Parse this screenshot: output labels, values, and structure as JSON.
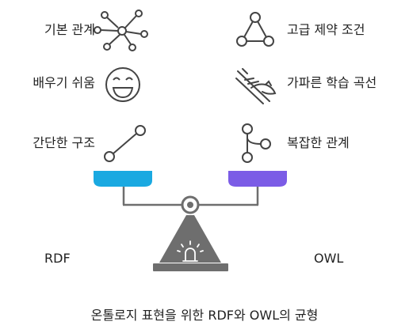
{
  "left_features": [
    {
      "label": "기본 관계",
      "icon": "network-hub-icon"
    },
    {
      "label": "배우기 쉬움",
      "icon": "smiley-icon"
    },
    {
      "label": "간단한 구조",
      "icon": "simple-line-icon"
    }
  ],
  "right_features": [
    {
      "label": "고급 제약 조건",
      "icon": "triangle-graph-icon"
    },
    {
      "label": "가파른 학습 곡선",
      "icon": "steep-slope-icon"
    },
    {
      "label": "복잡한 관계",
      "icon": "branch-icon"
    }
  ],
  "left_side_label": "RDF",
  "right_side_label": "OWL",
  "caption": "온톨로지 표현을 위한 RDF와 OWL의 균형",
  "colors": {
    "left_pan": "#1aa9e1",
    "right_pan": "#7b5ce6",
    "scale_gray": "#6e6e6e",
    "icon_stroke": "#444444"
  }
}
